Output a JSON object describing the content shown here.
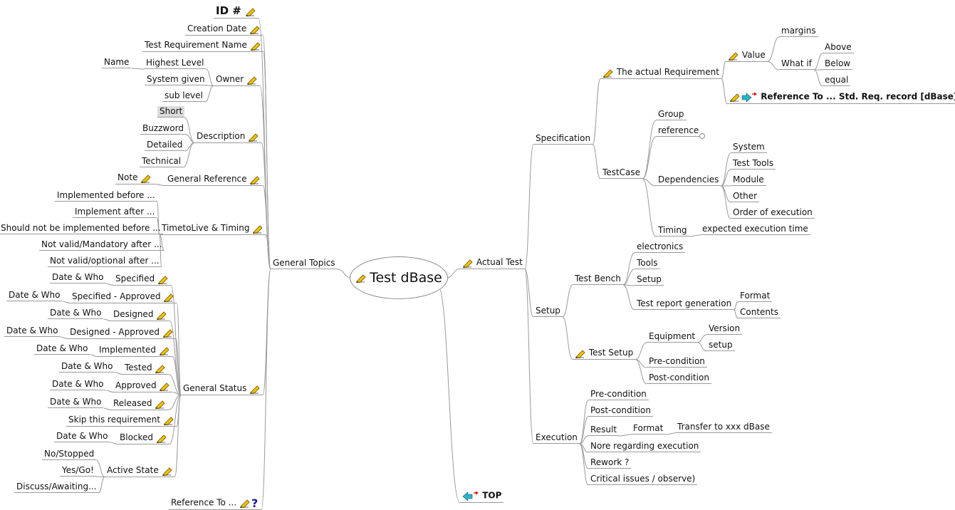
{
  "root": {
    "label": "Test dBase",
    "icon": "pencil-icon"
  },
  "left": {
    "general_topics": "General Topics",
    "id": "ID #",
    "creation_date": "Creation Date",
    "test_requirement_name": "Test Requirement Name",
    "owner": "Owner",
    "owner_children": [
      "Highest Level",
      "System given",
      "sub level"
    ],
    "owner_name": "Name",
    "description": "Description",
    "description_children": [
      "Short",
      "Buzzword",
      "Detailed",
      "Technical"
    ],
    "general_reference": "General Reference",
    "note": "Note",
    "timing": "TimetoLive & Timing",
    "timing_children": [
      "Implemented before ...",
      "Implement after ...",
      "Should not be implemented before ...",
      "Not valid/Mandatory after ...",
      "Not valid/optional after ..."
    ],
    "general_status": "General Status",
    "status_items": [
      "Specified",
      "Specified - Approved",
      "Designed",
      "Designed - Approved",
      "Implemented",
      "Tested",
      "Approved",
      "Released",
      "Skip this requirement",
      "Blocked"
    ],
    "date_who": "Date & Who",
    "active_state": "Active State",
    "active_children": [
      "No/Stopped",
      "Yes/Go!",
      "Discuss/Awaiting..."
    ],
    "reference_to": "Reference To ..."
  },
  "right": {
    "actual_test": "Actual Test",
    "specification": "Specification",
    "actual_requirement": "The actual Requirement",
    "value": "Value",
    "margins": "margins",
    "what_if": "What if",
    "what_if_children": [
      "Above",
      "Below",
      "equal"
    ],
    "reference_std": "Reference To ... Std. Req. record [dBase]",
    "testcase": "TestCase",
    "group": "Group",
    "reference": "reference",
    "dependencies": "Dependencies",
    "dependencies_children": [
      "System",
      "Test Tools",
      "Module",
      "Other",
      "Order of execution"
    ],
    "timing": "Timing",
    "expected_time": "expected execution time",
    "setup": "Setup",
    "test_bench": "Test Bench",
    "bench_children": [
      "electronics",
      "Tools",
      "Setup"
    ],
    "report_gen": "Test report generation",
    "report_children": [
      "Format",
      "Contents"
    ],
    "test_setup": "Test Setup",
    "equipment": "Equipment",
    "equipment_children": [
      "Version",
      "setup"
    ],
    "precondition": "Pre-condition",
    "postcondition": "Post-condition",
    "execution": "Execution",
    "exec_pre": "Pre-condition",
    "exec_post": "Post-condition",
    "result": "Result",
    "format": "Format",
    "transfer": "Transfer  to  xxx dBase",
    "nore": "Nore regarding execution",
    "rework": "Rework ?",
    "critical": "Critical issues / observe)"
  },
  "top": "TOP",
  "colors": {
    "line": "#9a9a9a",
    "pencil": "#f2c200",
    "arrow": "#2bb3c9",
    "red": "#e01010",
    "question": "#1a1a8c"
  }
}
